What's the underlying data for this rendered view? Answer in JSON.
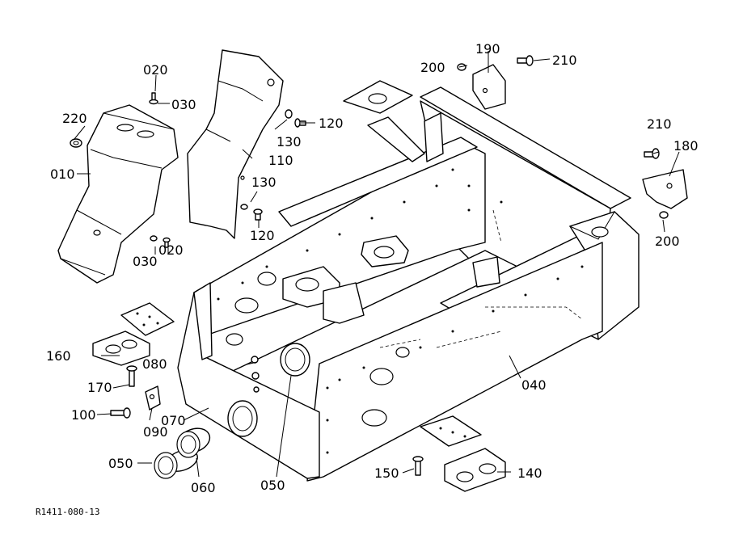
{
  "diagram": {
    "reference": "R1411-080-13",
    "labels": {
      "p010": "010",
      "p020a": "020",
      "p020b": "020",
      "p030a": "030",
      "p030b": "030",
      "p040": "040",
      "p050a": "050",
      "p050b": "050",
      "p060": "060",
      "p070": "070",
      "p080": "080",
      "p090": "090",
      "p100": "100",
      "p110": "110",
      "p120a": "120",
      "p120b": "120",
      "p130a": "130",
      "p130b": "130",
      "p140": "140",
      "p150": "150",
      "p160": "160",
      "p170": "170",
      "p180": "180",
      "p190": "190",
      "p200a": "200",
      "p200b": "200",
      "p210a": "210",
      "p210b": "210",
      "p220": "220"
    }
  }
}
